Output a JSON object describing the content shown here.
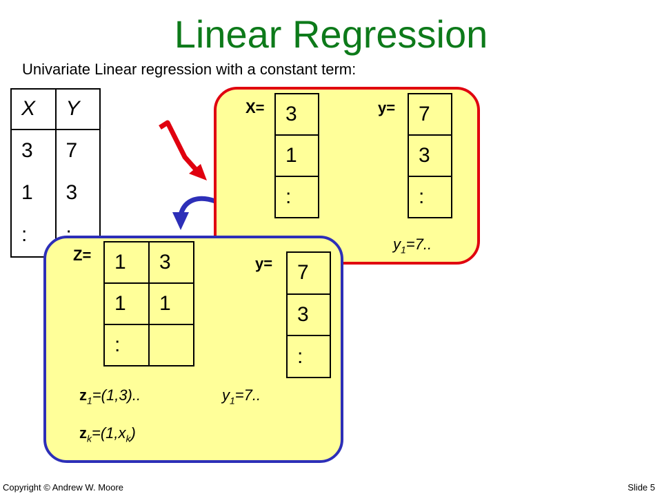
{
  "title": "Linear Regression",
  "subtitle": "Univariate Linear regression with a constant term:",
  "table": {
    "headers": [
      "X",
      "Y"
    ],
    "rows": [
      [
        "3",
        "7"
      ],
      [
        "1",
        "3"
      ],
      [
        ":",
        ":"
      ]
    ]
  },
  "top_panel": {
    "x_label": "X=",
    "x_values": [
      "3",
      "1",
      ":"
    ],
    "y_label": "y=",
    "y_values": [
      "7",
      "3",
      ":"
    ],
    "y1_caption": "y",
    "y1_sub": "1",
    "y1_rest": "=7.."
  },
  "bottom_panel": {
    "z_label": "Z=",
    "z_rows": [
      [
        "1",
        "3"
      ],
      [
        "1",
        "1"
      ],
      [
        ":",
        ""
      ]
    ],
    "y_label": "y=",
    "y_values": [
      "7",
      "3",
      ":"
    ],
    "z1_letter": "z",
    "z1_sub": "1",
    "z1_rest": "=(1,3)..",
    "y1_letter": "y",
    "y1_sub": "1",
    "y1_rest": "=7..",
    "zk_letter": "z",
    "zk_sub": "k",
    "zk_rest": "=(1,x",
    "zk_sub2": "k",
    "zk_end": ")"
  },
  "footer": {
    "copyright": "Copyright © Andrew W. Moore",
    "slide": "Slide 5"
  },
  "colors": {
    "title": "#0d7a1a",
    "panel_fill": "#ffff99",
    "red_border": "#e0000f",
    "blue_border": "#2d2fb8"
  }
}
